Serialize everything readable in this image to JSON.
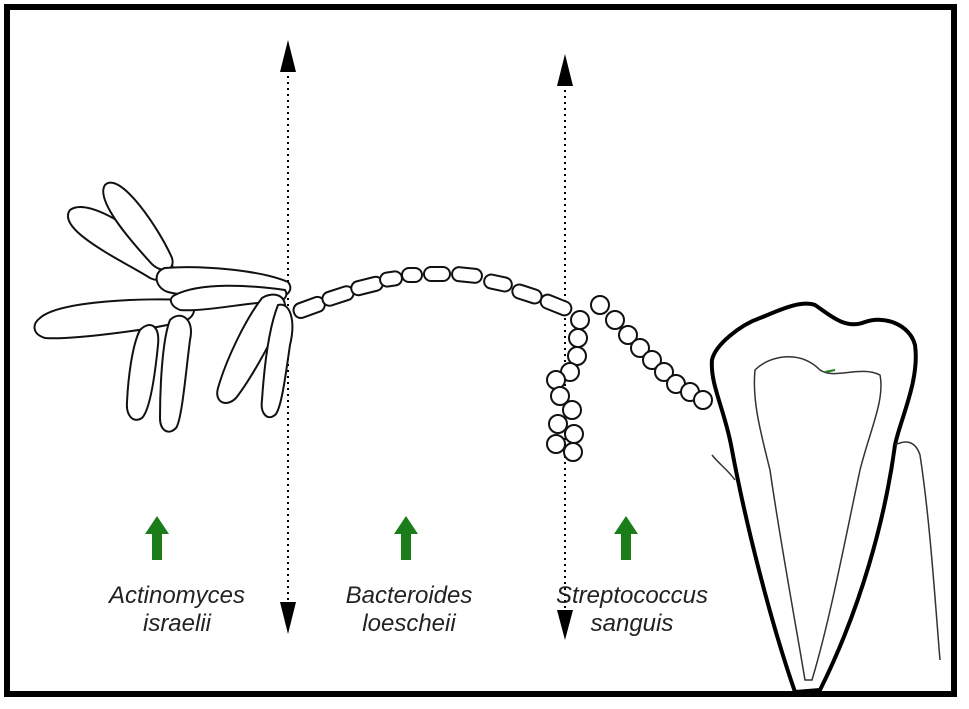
{
  "colors": {
    "frame": "#000000",
    "line": "#111111",
    "arrow_green": "#1a7d1a"
  },
  "labels": [
    {
      "line1": "Actinomyces",
      "line2": "israelii"
    },
    {
      "line1": "Bacteroides",
      "line2": "loescheii"
    },
    {
      "line1": "Streptococcus",
      "line2": "sanguis"
    }
  ],
  "icons": {
    "indicator": "green-up-arrow-icon",
    "axis": "double-headed-dotted-arrow"
  }
}
